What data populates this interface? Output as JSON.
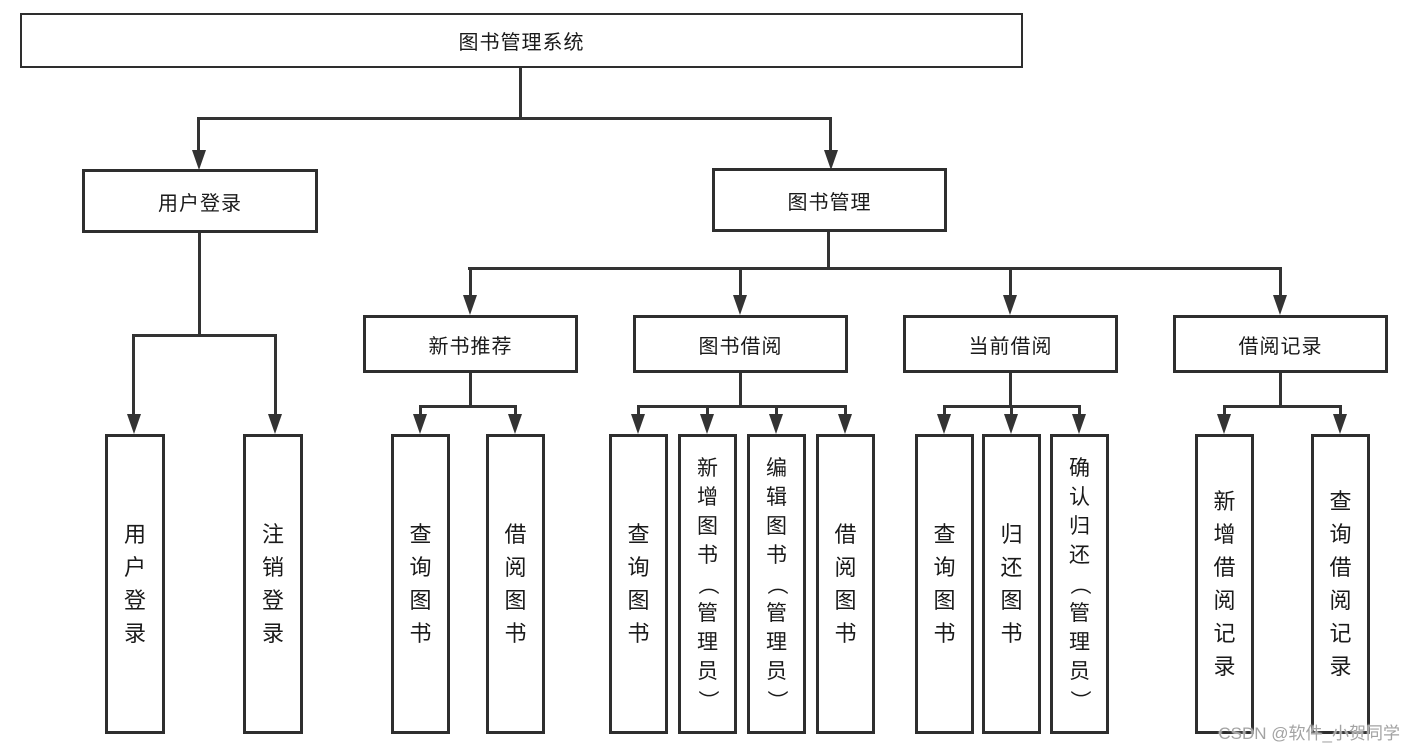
{
  "diagram": {
    "type": "hierarchy",
    "root": {
      "label": "图书管理系统"
    },
    "level2": [
      {
        "label": "用户登录"
      },
      {
        "label": "图书管理"
      }
    ],
    "level3": [
      {
        "label": "新书推荐",
        "parent": "图书管理"
      },
      {
        "label": "图书借阅",
        "parent": "图书管理"
      },
      {
        "label": "当前借阅",
        "parent": "图书管理"
      },
      {
        "label": "借阅记录",
        "parent": "图书管理"
      }
    ],
    "leaves": [
      {
        "label": "用户登录",
        "parent": "用户登录"
      },
      {
        "label": "注销登录",
        "parent": "用户登录"
      },
      {
        "label": "查询图书",
        "parent": "新书推荐"
      },
      {
        "label": "借阅图书",
        "parent": "新书推荐"
      },
      {
        "label": "查询图书",
        "parent": "图书借阅"
      },
      {
        "label": "新增图书（管理员）",
        "parent": "图书借阅"
      },
      {
        "label": "编辑图书（管理员）",
        "parent": "图书借阅"
      },
      {
        "label": "借阅图书",
        "parent": "图书借阅"
      },
      {
        "label": "查询图书",
        "parent": "当前借阅"
      },
      {
        "label": "归还图书",
        "parent": "当前借阅"
      },
      {
        "label": "确认归还（管理员）",
        "parent": "当前借阅"
      },
      {
        "label": "新增借阅记录",
        "parent": "借阅记录"
      },
      {
        "label": "查询借阅记录",
        "parent": "借阅记录"
      }
    ],
    "watermark": "CSDN @软件_小贺同学",
    "colors": {
      "line": "#333333",
      "box_border": "#2e2e2e",
      "text": "#1a1a1a",
      "watermark": "#a3a3a3",
      "background": "#ffffff"
    }
  }
}
